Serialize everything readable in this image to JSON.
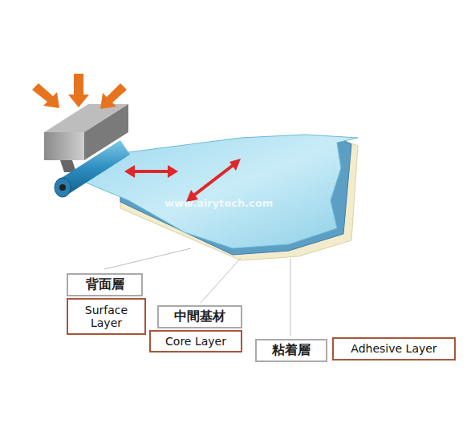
{
  "diagram": {
    "nodes": [
      {
        "text": [
          "背面層"
        ]
      },
      {
        "text": [
          "Surface Layer"
        ]
      },
      {
        "text": [
          "中間基材"
        ]
      },
      {
        "text": [
          "Core Layer"
        ]
      },
      {
        "text": [
          "粘着層"
        ]
      },
      {
        "text": [
          "Adhesive Layer"
        ]
      }
    ],
    "labels": [
      "www.airytech.com"
    ]
  }
}
